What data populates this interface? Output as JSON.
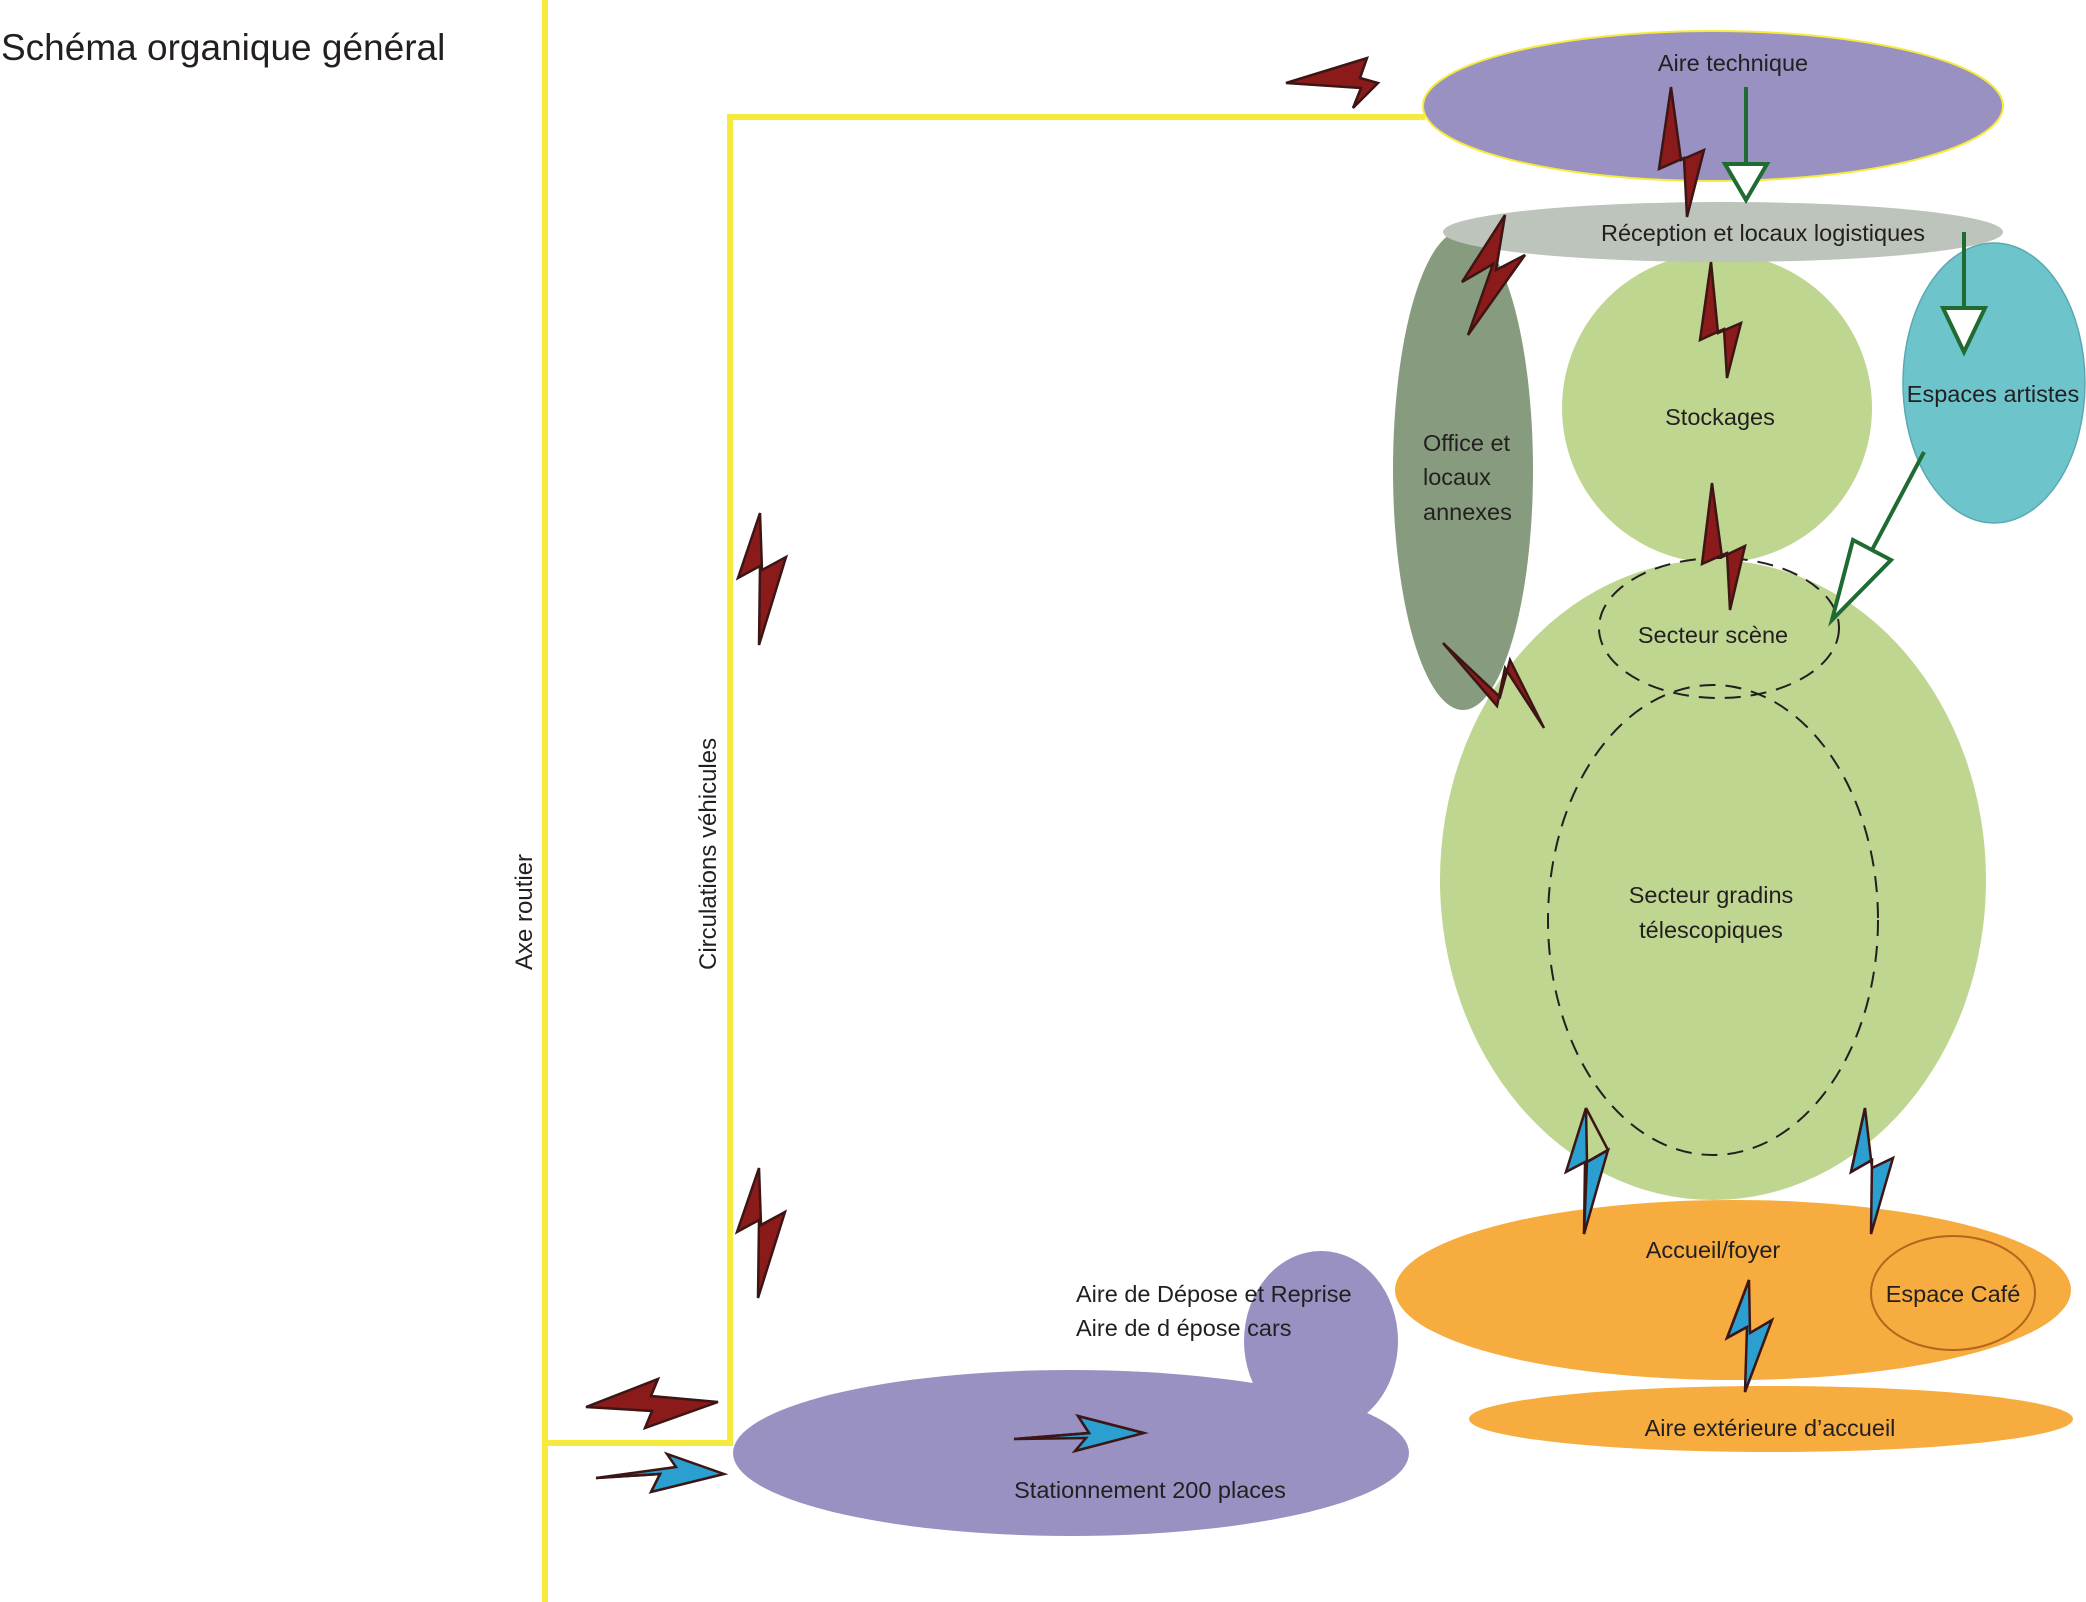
{
  "title": "Schéma organique général",
  "labels": {
    "axe_routier": "Axe routier",
    "circulations": "Circulations véhicules",
    "aire_technique": "Aire technique",
    "reception": "Réception et locaux logistiques",
    "office": [
      "Office et",
      "locaux",
      "annexes"
    ],
    "stockages": "Stockages",
    "espaces_artistes": "Espaces artistes",
    "secteur_scene": "Secteur scène",
    "secteur_gradins": [
      "Secteur gradins",
      "télescopiques"
    ],
    "accueil": "Accueil/foyer",
    "espace_cafe": "Espace Café",
    "aire_exterieure": "Aire extérieure d’accueil",
    "depose": [
      "Aire de Dépose et Reprise",
      "Aire de d épose cars"
    ],
    "stationnement": "Stationnement 200 places"
  },
  "colors": {
    "road": "#f6eb3c",
    "purple": "#9891c1",
    "grey": "#bcc4bb",
    "olive": "#879c7e",
    "light_green": "#bed690",
    "teal": "#6dc4cb",
    "orange": "#f6ac3e",
    "dark_red": "#8b1a1a",
    "blue": "#2a9fd0",
    "arrow_green": "#1f6b32",
    "cafe_border": "#b5651d"
  },
  "icons": {
    "service_link": "dark-red-lightning-icon",
    "public_link": "blue-red-lightning-icon",
    "flow": "green-arrow-icon"
  }
}
